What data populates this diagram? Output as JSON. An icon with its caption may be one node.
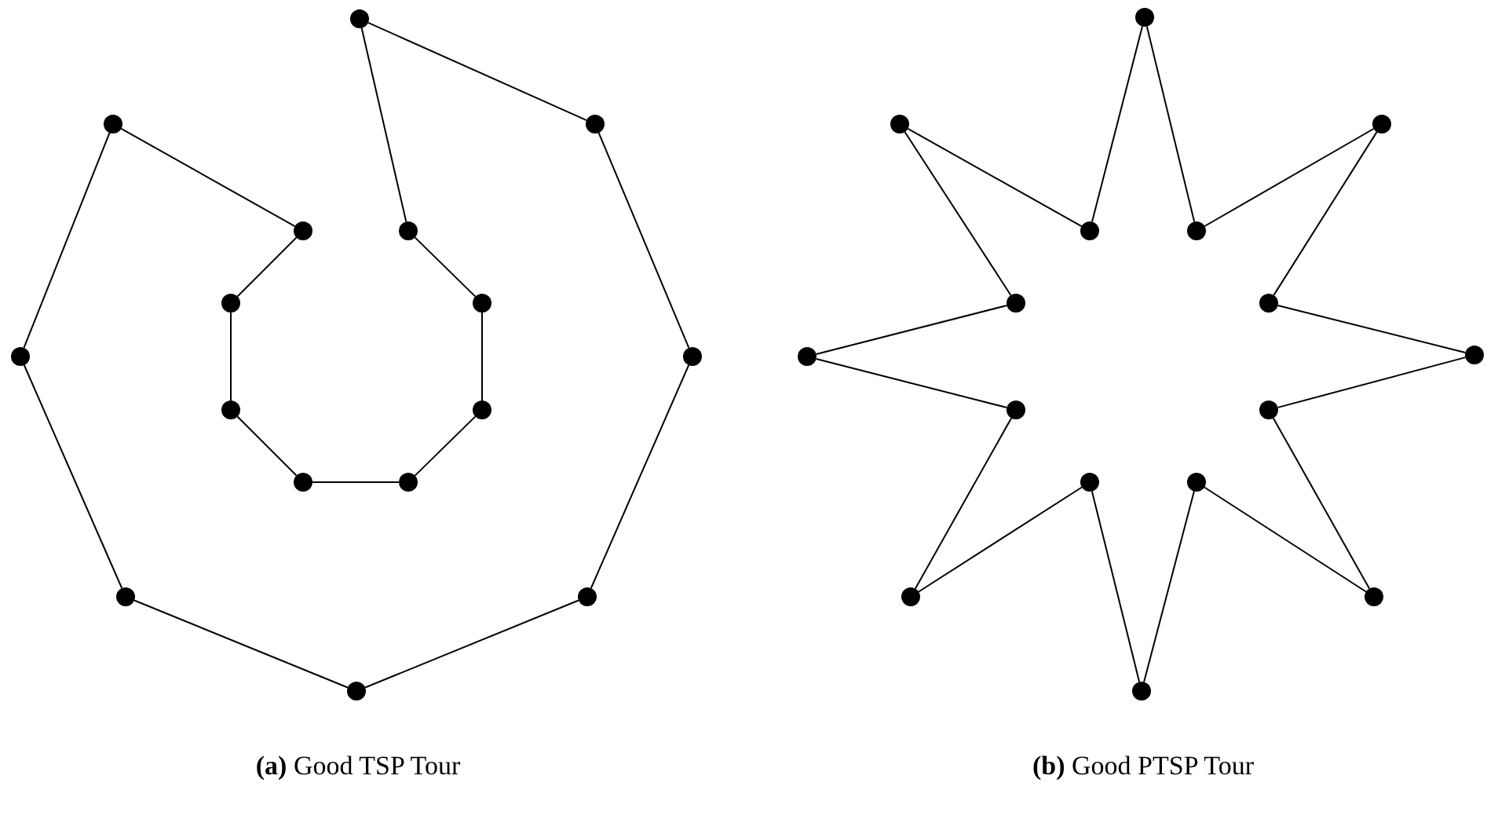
{
  "diagram": {
    "nodes": [
      {
        "text": [],
        "shape": "circle"
      },
      {
        "text": [],
        "shape": "circle"
      },
      {
        "text": [],
        "shape": "circle"
      },
      {
        "text": [],
        "shape": "circle"
      },
      {
        "text": [],
        "shape": "circle"
      },
      {
        "text": [],
        "shape": "circle"
      },
      {
        "text": [],
        "shape": "circle"
      },
      {
        "text": [],
        "shape": "circle"
      },
      {
        "text": [],
        "shape": "circle"
      },
      {
        "text": [],
        "shape": "circle"
      },
      {
        "text": [],
        "shape": "circle"
      },
      {
        "text": [],
        "shape": "circle"
      },
      {
        "text": [],
        "shape": "circle"
      },
      {
        "text": [],
        "shape": "circle"
      },
      {
        "text": [],
        "shape": "circle"
      },
      {
        "text": [],
        "shape": "circle"
      },
      {
        "text": [],
        "shape": "circle"
      },
      {
        "text": [],
        "shape": "circle"
      },
      {
        "text": [],
        "shape": "circle"
      },
      {
        "text": [],
        "shape": "circle"
      },
      {
        "text": [],
        "shape": "circle"
      },
      {
        "text": [],
        "shape": "circle"
      },
      {
        "text": [],
        "shape": "circle"
      },
      {
        "text": [],
        "shape": "circle"
      },
      {
        "text": [],
        "shape": "circle"
      },
      {
        "text": [],
        "shape": "circle"
      },
      {
        "text": [],
        "shape": "circle"
      },
      {
        "text": [],
        "shape": "circle"
      },
      {
        "text": [],
        "shape": "circle"
      },
      {
        "text": [],
        "shape": "circle"
      },
      {
        "text": [],
        "shape": "circle"
      },
      {
        "text": [],
        "shape": "circle"
      }
    ],
    "edges": [
      {
        "from": 0,
        "to": 1,
        "arrow": "none"
      },
      {
        "from": 1,
        "to": 2,
        "arrow": "none"
      },
      {
        "from": 2,
        "to": 3,
        "arrow": "none"
      },
      {
        "from": 3,
        "to": 4,
        "arrow": "none"
      },
      {
        "from": 4,
        "to": 5,
        "arrow": "none"
      },
      {
        "from": 5,
        "to": 6,
        "arrow": "none"
      },
      {
        "from": 6,
        "to": 7,
        "arrow": "none"
      },
      {
        "from": 7,
        "to": 8,
        "arrow": "none"
      },
      {
        "from": 8,
        "to": 9,
        "arrow": "none"
      },
      {
        "from": 9,
        "to": 10,
        "arrow": "none"
      },
      {
        "from": 10,
        "to": 11,
        "arrow": "none"
      },
      {
        "from": 11,
        "to": 12,
        "arrow": "none"
      },
      {
        "from": 12,
        "to": 13,
        "arrow": "none"
      },
      {
        "from": 13,
        "to": 14,
        "arrow": "none"
      },
      {
        "from": 14,
        "to": 15,
        "arrow": "none"
      },
      {
        "from": 15,
        "to": 0,
        "arrow": "none"
      },
      {
        "from": 16,
        "to": 17,
        "arrow": "none"
      },
      {
        "from": 17,
        "to": 18,
        "arrow": "none"
      },
      {
        "from": 18,
        "to": 19,
        "arrow": "none"
      },
      {
        "from": 19,
        "to": 20,
        "arrow": "none"
      },
      {
        "from": 20,
        "to": 21,
        "arrow": "none"
      },
      {
        "from": 21,
        "to": 22,
        "arrow": "none"
      },
      {
        "from": 22,
        "to": 23,
        "arrow": "none"
      },
      {
        "from": 23,
        "to": 24,
        "arrow": "none"
      },
      {
        "from": 24,
        "to": 25,
        "arrow": "none"
      },
      {
        "from": 25,
        "to": 26,
        "arrow": "none"
      },
      {
        "from": 26,
        "to": 27,
        "arrow": "none"
      },
      {
        "from": 27,
        "to": 28,
        "arrow": "none"
      },
      {
        "from": 28,
        "to": 29,
        "arrow": "none"
      },
      {
        "from": 29,
        "to": 30,
        "arrow": "none"
      },
      {
        "from": 30,
        "to": 31,
        "arrow": "none"
      },
      {
        "from": 31,
        "to": 16,
        "arrow": "none"
      }
    ],
    "labels": [
      "**(a)** Good TSP Tour",
      "**(b)** Good PTSP Tour"
    ]
  }
}
